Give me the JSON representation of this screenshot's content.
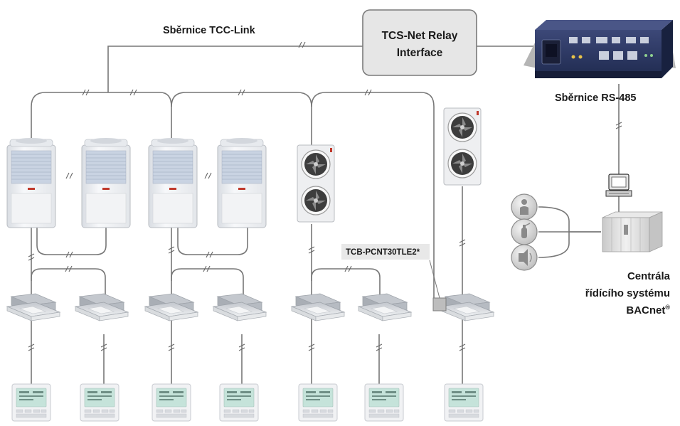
{
  "labels": {
    "tcc_bus": "Sběrnice TCC-Link",
    "relay_line1": "TCS-Net Relay",
    "relay_line2": "Interface",
    "rs485_bus": "Sběrnice RS-485",
    "part_number": "TCB-PCNT30TLE2*",
    "central_line1": "Centrála",
    "central_line2": "řídícího systému",
    "central_line3_text": "BACnet",
    "central_line3_mark": "®"
  },
  "colors": {
    "wire": "#777777",
    "relay_box_fill": "#e6e6e6",
    "relay_box_stroke": "#7a7a7a",
    "part_label_bg": "#e8e8e8",
    "gateway_body": "#2a3560",
    "outdoor_unit_body": "#ececec",
    "outdoor_unit_grille": "#cdd6e3",
    "indoor_unit": "#dadde2",
    "remote_screen": "#c7e5dd",
    "cabinet": "#dcdcdc"
  },
  "icons": {
    "gateway": "network-gateway-device",
    "outdoor_vrf": "vrf-outdoor-unit",
    "outdoor_fan": "outdoor-unit-two-fans",
    "indoor": "ceiling-cassette-unit",
    "remote": "wired-remote-controller",
    "computer": "pc-terminal",
    "server": "bacnet-control-cabinet",
    "sensor_1": "person-sensor-icon",
    "sensor_2": "fire-extinguisher-icon",
    "sensor_3": "alarm-siren-icon",
    "adapter": "interface-adapter-box"
  }
}
